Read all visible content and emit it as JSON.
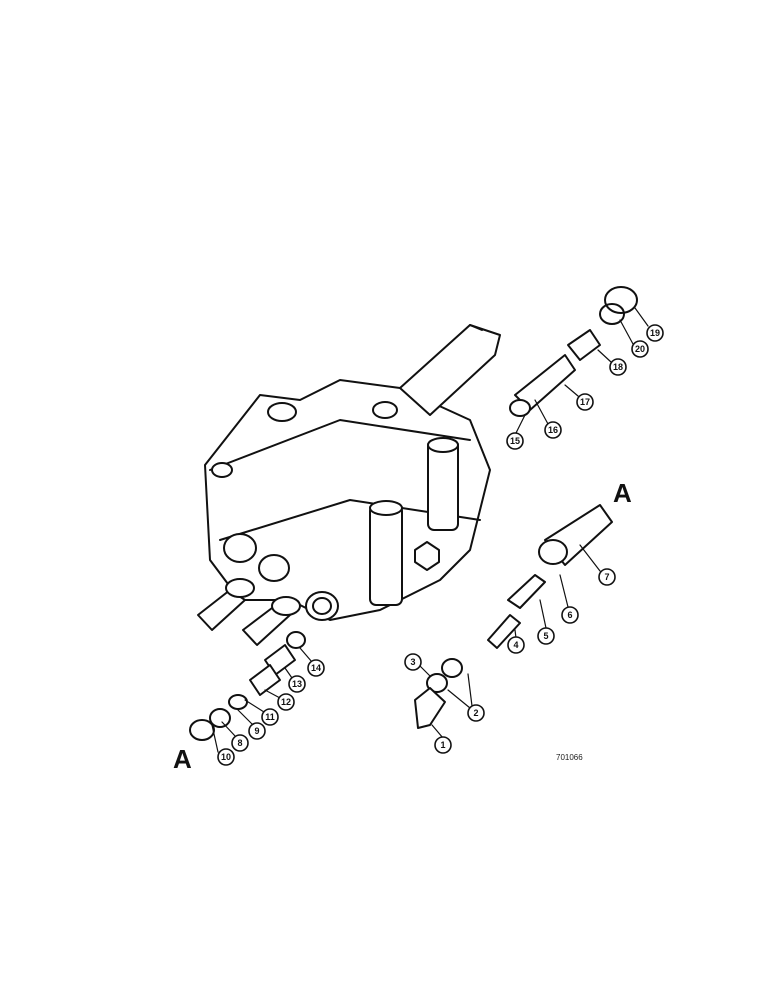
{
  "diagram": {
    "type": "exploded parts view",
    "callouts": [
      "1",
      "2",
      "3",
      "4",
      "5",
      "6",
      "7",
      "8",
      "9",
      "10",
      "11",
      "12",
      "13",
      "14",
      "15",
      "16",
      "17",
      "18",
      "19",
      "20"
    ],
    "section_markers": [
      "A",
      "A"
    ],
    "drawing_code": "701066"
  }
}
